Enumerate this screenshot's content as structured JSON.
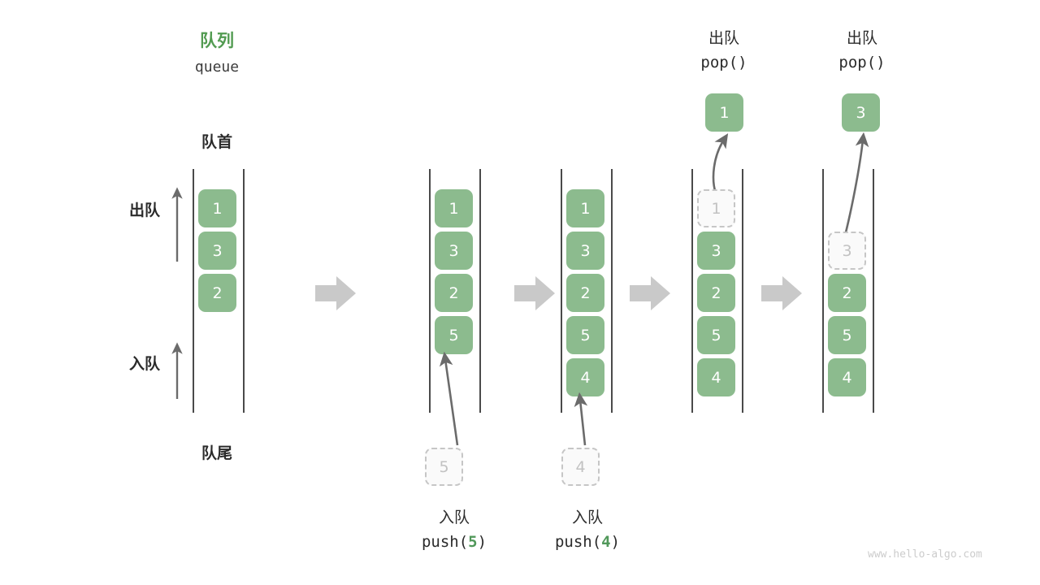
{
  "header": {
    "title_cn": "队列",
    "title_en": "queue",
    "front_label": "队首",
    "rear_label": "队尾"
  },
  "side_labels": {
    "dequeue": "出队",
    "enqueue": "入队"
  },
  "watermark": "www.hello-algo.com",
  "colors": {
    "cell_fill": "#8cbb8e",
    "cell_text": "#ffffff",
    "ghost_fill": "#fafafa",
    "ghost_border": "#c6c6c6",
    "ghost_text": "#c2c2c2",
    "rail": "#4a4a4a",
    "arrow": "#6b6b6b",
    "step_arrow": "#c9c9c9",
    "accent": "#529b51",
    "watermark": "#cccccc"
  },
  "steps": [
    {
      "id": "step-1",
      "cells": [
        {
          "value": "1",
          "state": "filled"
        },
        {
          "value": "3",
          "state": "filled"
        },
        {
          "value": "2",
          "state": "filled"
        }
      ]
    },
    {
      "id": "step-2",
      "op_cn": "入队",
      "op_code_prefix": "push(",
      "op_code_arg": "5",
      "op_code_suffix": ")",
      "incoming": "5",
      "cells": [
        {
          "value": "1",
          "state": "filled"
        },
        {
          "value": "3",
          "state": "filled"
        },
        {
          "value": "2",
          "state": "filled"
        },
        {
          "value": "5",
          "state": "filled"
        }
      ]
    },
    {
      "id": "step-3",
      "op_cn": "入队",
      "op_code_prefix": "push(",
      "op_code_arg": "4",
      "op_code_suffix": ")",
      "incoming": "4",
      "cells": [
        {
          "value": "1",
          "state": "filled"
        },
        {
          "value": "3",
          "state": "filled"
        },
        {
          "value": "2",
          "state": "filled"
        },
        {
          "value": "5",
          "state": "filled"
        },
        {
          "value": "4",
          "state": "filled"
        }
      ]
    },
    {
      "id": "step-4",
      "op_cn": "出队",
      "op_code_prefix": "pop(",
      "op_code_arg": "",
      "op_code_suffix": ")",
      "popped": "1",
      "cells": [
        {
          "value": "1",
          "state": "ghost"
        },
        {
          "value": "3",
          "state": "filled"
        },
        {
          "value": "2",
          "state": "filled"
        },
        {
          "value": "5",
          "state": "filled"
        },
        {
          "value": "4",
          "state": "filled"
        }
      ]
    },
    {
      "id": "step-5",
      "op_cn": "出队",
      "op_code_prefix": "pop(",
      "op_code_arg": "",
      "op_code_suffix": ")",
      "popped": "3",
      "cells": [
        {
          "value": "",
          "state": "empty"
        },
        {
          "value": "3",
          "state": "ghost"
        },
        {
          "value": "2",
          "state": "filled"
        },
        {
          "value": "5",
          "state": "filled"
        },
        {
          "value": "4",
          "state": "filled"
        }
      ]
    }
  ]
}
